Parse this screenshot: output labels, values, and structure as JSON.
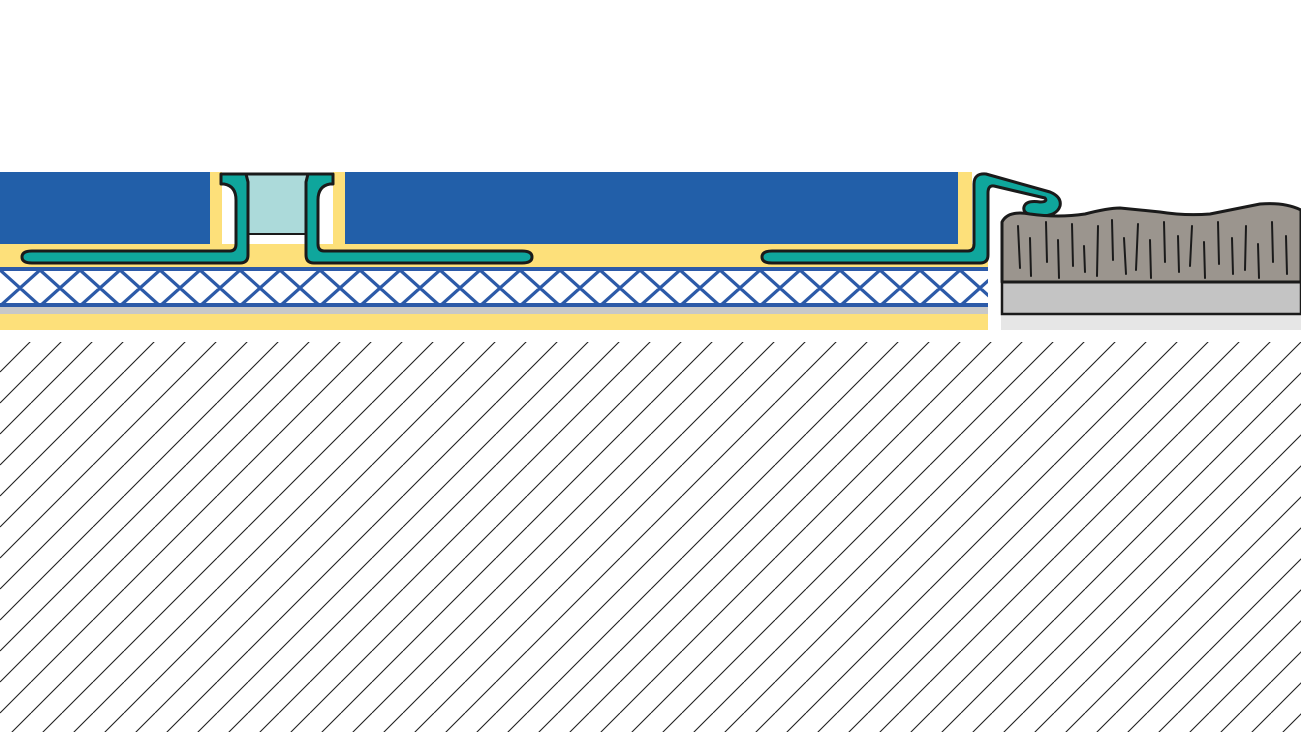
{
  "diagram": {
    "type": "floor-transition-profile-cross-section",
    "components": [
      "substrate-hatched",
      "adhesive-bed",
      "uncoupling-mesh-membrane",
      "ceramic-tiles",
      "movement-joint-profile",
      "flexible-joint-insert",
      "transition-edge-profile",
      "carpet-pile",
      "carpet-backing"
    ],
    "colors": {
      "tile": "#225fa9",
      "adhesive": "#fde07a",
      "profile": "#0fa69c",
      "insert": "#acdada",
      "mesh": "#2c5aa8",
      "carpet": "#9b958e",
      "carpet_backing": "#c4c4c4",
      "outline": "#1a1a1a",
      "hatch": "#1f1f1f",
      "grey_layer": "#c8c8c8"
    }
  }
}
